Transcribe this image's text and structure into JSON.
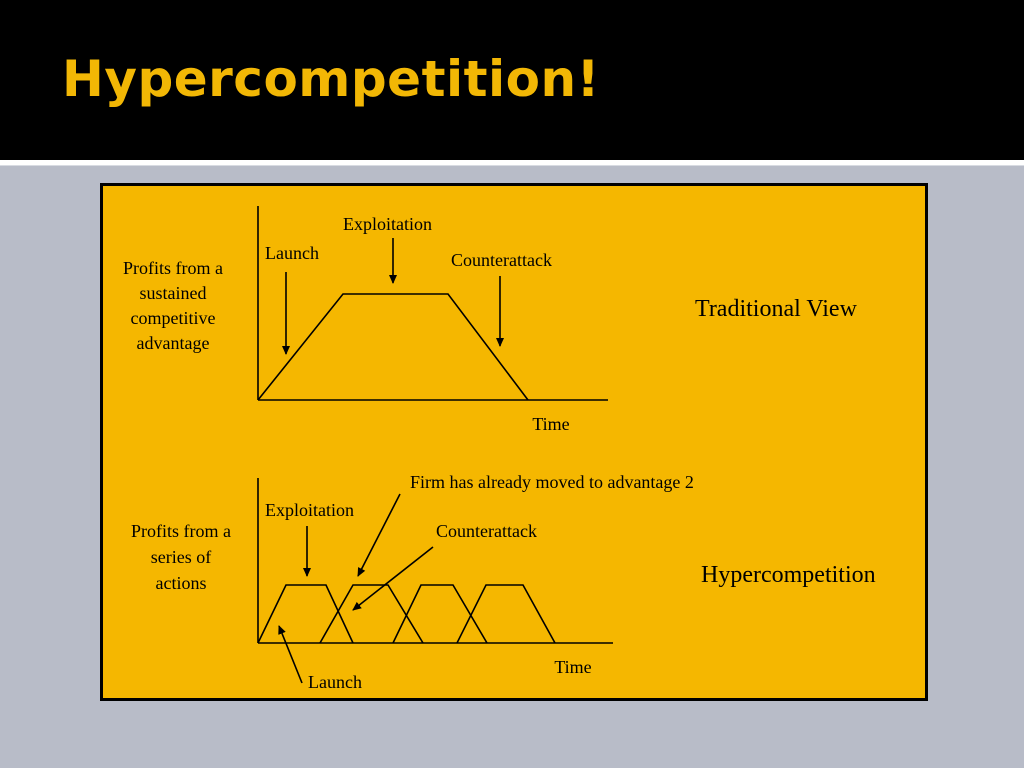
{
  "slide": {
    "title": "Hypercompetition!",
    "colors": {
      "header_bg": "#000000",
      "title": "#f2b705",
      "background": "#b8bcc8",
      "panel": "#f5b700"
    }
  },
  "traditional": {
    "y_label": [
      "Profits from a",
      "sustained",
      "competitive",
      "advantage"
    ],
    "x_label": "Time",
    "launch": "Launch",
    "exploitation": "Exploitation",
    "counterattack": "Counterattack",
    "view_label": "Traditional View"
  },
  "hyper": {
    "y_label": [
      "Profits from a",
      "series of",
      "actions"
    ],
    "x_label": "Time",
    "exploitation": "Exploitation",
    "firm_moved": "Firm has already moved to advantage 2",
    "counterattack": "Counterattack",
    "launch": "Launch",
    "view_label": "Hypercompetition"
  }
}
